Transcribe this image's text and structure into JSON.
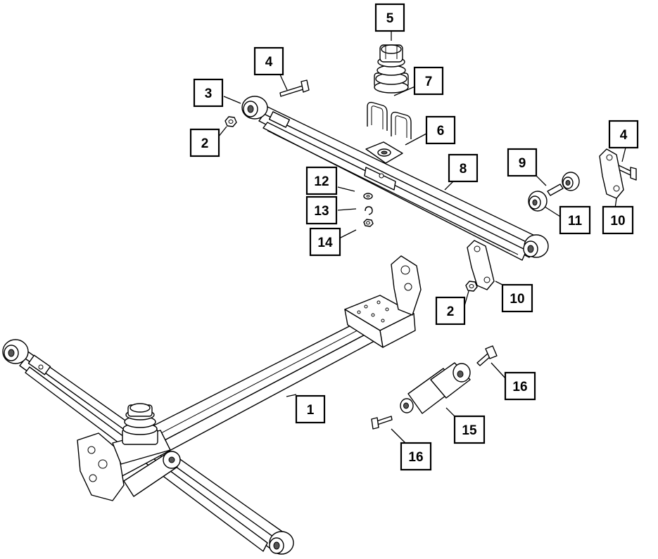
{
  "diagram": {
    "background": "#ffffff",
    "line_color": "#000000",
    "callouts": [
      {
        "id": "c1",
        "label": "1"
      },
      {
        "id": "c2a",
        "label": "2"
      },
      {
        "id": "c2b",
        "label": "2"
      },
      {
        "id": "c3",
        "label": "3"
      },
      {
        "id": "c4a",
        "label": "4"
      },
      {
        "id": "c4b",
        "label": "4"
      },
      {
        "id": "c5",
        "label": "5"
      },
      {
        "id": "c6",
        "label": "6"
      },
      {
        "id": "c7",
        "label": "7"
      },
      {
        "id": "c8",
        "label": "8"
      },
      {
        "id": "c9",
        "label": "9"
      },
      {
        "id": "c10a",
        "label": "10"
      },
      {
        "id": "c10b",
        "label": "10"
      },
      {
        "id": "c11",
        "label": "11"
      },
      {
        "id": "c12",
        "label": "12"
      },
      {
        "id": "c13",
        "label": "13"
      },
      {
        "id": "c14",
        "label": "14"
      },
      {
        "id": "c15",
        "label": "15"
      },
      {
        "id": "c16a",
        "label": "16"
      },
      {
        "id": "c16b",
        "label": "16"
      }
    ]
  }
}
